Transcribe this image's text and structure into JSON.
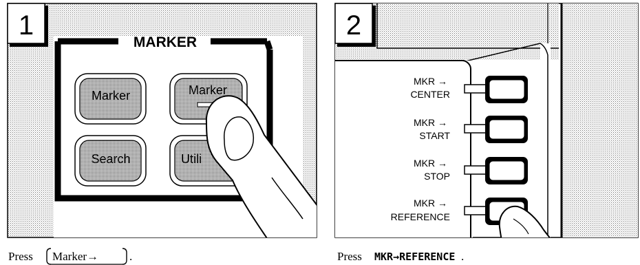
{
  "step1": {
    "number": "1",
    "panel_title": "MARKER",
    "keys": {
      "marker": "Marker",
      "marker_arrow": "Marker",
      "search": "Search",
      "utility": "Utili"
    },
    "caption": {
      "prefix": "Press",
      "key": "Marker→",
      "suffix": "."
    }
  },
  "step2": {
    "number": "2",
    "softkeys": [
      {
        "line1": "MKR →",
        "line2": "CENTER"
      },
      {
        "line1": "MKR →",
        "line2": "START"
      },
      {
        "line1": "MKR →",
        "line2": "STOP"
      },
      {
        "line1": "MKR →",
        "line2": "REFERENCE"
      }
    ],
    "caption": {
      "prefix": "Press",
      "softkey": "MKR→REFERENCE",
      "suffix": "."
    }
  }
}
